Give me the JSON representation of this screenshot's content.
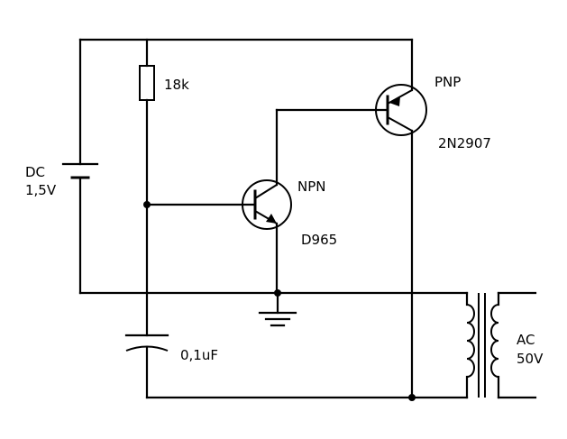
{
  "components": {
    "battery": {
      "label_line1": "DC",
      "label_line2": "1,5V"
    },
    "resistor": {
      "label": "18k"
    },
    "npn": {
      "type_label": "NPN",
      "part_label": "D965"
    },
    "pnp": {
      "type_label": "PNP",
      "part_label": "2N2907"
    },
    "capacitor": {
      "label": "0,1uF"
    },
    "transformer_output": {
      "label_line1": "AC",
      "label_line2": "50V"
    }
  }
}
